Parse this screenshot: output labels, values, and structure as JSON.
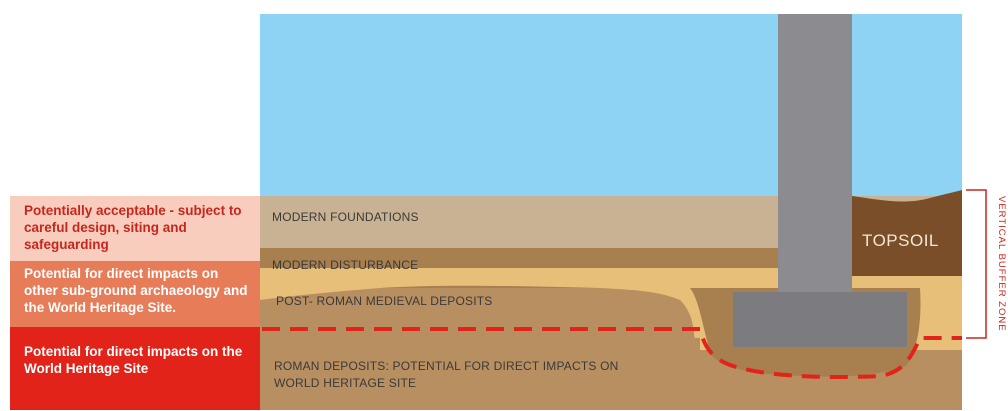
{
  "legend": [
    {
      "text": "Potentially acceptable - subject to careful design, siting and safeguarding",
      "color": "#f8cdbd"
    },
    {
      "text": "Potential for direct impacts on other sub-ground archaeology and the World Heritage Site.",
      "color": "#e77c58"
    },
    {
      "text": "Potential for direct impacts on the World Heritage Site",
      "color": "#e2231a"
    }
  ],
  "layers": {
    "modern_foundations": "MODERN  FOUNDATIONS",
    "modern_disturbance": "MODERN DISTURBANCE",
    "post_roman": "POST- ROMAN MEDIEVAL DEPOSITS",
    "roman": "ROMAN DEPOSITS: POTENTIAL FOR DIRECT IMPACTS ON WORLD HERITAGE SITE",
    "topsoil": "TOPSOIL"
  },
  "buffer_zone_label": "VERTICAL BUFFER ZONE",
  "colors": {
    "sky": "#8fd3f4",
    "modern_foundations": "#c9b293",
    "modern_disturbance": "#a87f4f",
    "post_roman": "#e7bf78",
    "roman": "#b88f60",
    "topsoil": "#7a4e28",
    "pile": "#8c8c90",
    "impact_line": "#e2231a"
  }
}
